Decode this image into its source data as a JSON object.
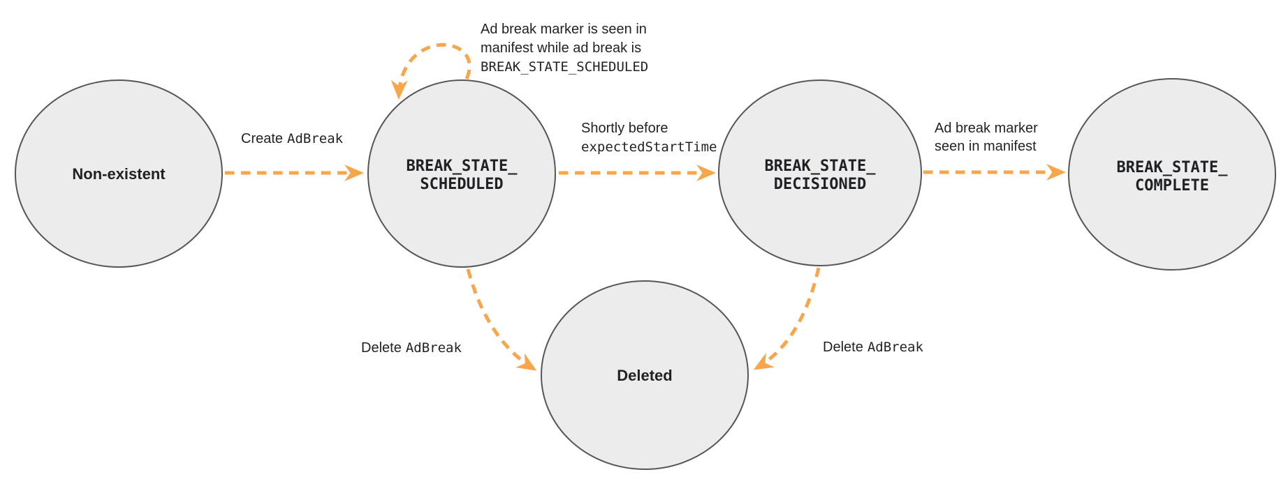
{
  "colors": {
    "node_fill": "#ececed",
    "node_stroke": "#555658",
    "arrow": "#f7a64b",
    "text": "#1f2124"
  },
  "nodes": {
    "non_existent": {
      "label": "Non-existent"
    },
    "scheduled": {
      "line1": "BREAK_STATE_",
      "line2": "SCHEDULED"
    },
    "decisioned": {
      "line1": "BREAK_STATE_",
      "line2": "DECISIONED"
    },
    "complete": {
      "line1": "BREAK_STATE_",
      "line2": "COMPLETE"
    },
    "deleted": {
      "label": "Deleted"
    }
  },
  "edges": {
    "create": {
      "prefix": "Create",
      "code": "AdBreak"
    },
    "self_loop": {
      "line1": "Ad break marker is seen in",
      "line2": "manifest while ad break is",
      "line3": "BREAK_STATE_SCHEDULED"
    },
    "to_decisioned": {
      "line1": "Shortly before",
      "line2": "expectedStartTime"
    },
    "to_complete": {
      "line1": "Ad break marker",
      "line2": "seen in manifest"
    },
    "delete_left": {
      "prefix": "Delete",
      "code": "AdBreak"
    },
    "delete_right": {
      "prefix": "Delete",
      "code": "AdBreak"
    }
  }
}
